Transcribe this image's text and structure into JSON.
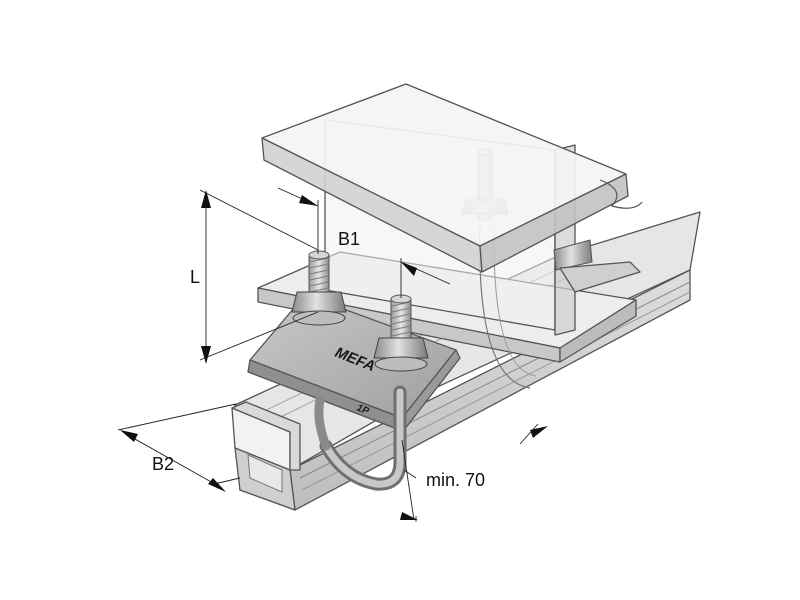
{
  "labels": {
    "b1": "B1",
    "l": "L",
    "b2": "B2",
    "min70": "min. 70"
  },
  "markings": {
    "brand": "MEFA",
    "code": "1P"
  },
  "colors": {
    "steel_light": "#eeeeee",
    "steel_mid": "#d6d6d6",
    "steel_dark": "#b4b4b4",
    "outline": "#555555"
  }
}
